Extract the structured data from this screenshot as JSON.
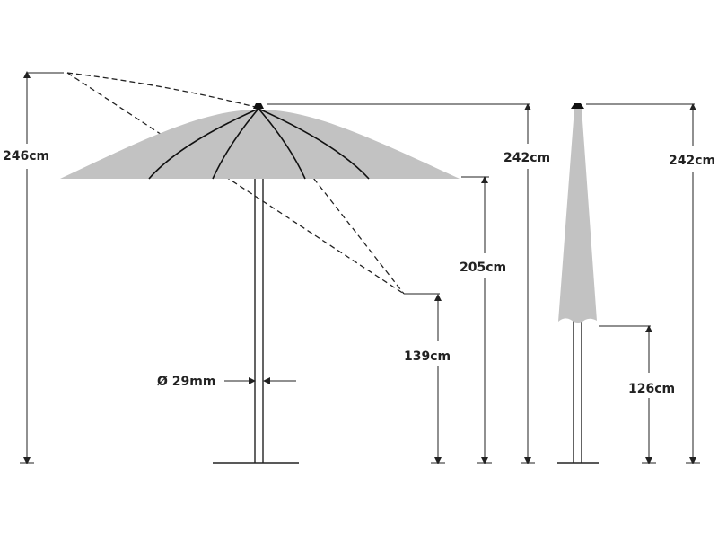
{
  "colors": {
    "canopy": "#c2c2c2",
    "line": "#222222",
    "background": "#ffffff"
  },
  "open_view": {
    "total_height_tilted": "246cm",
    "total_height": "242cm",
    "canopy_edge_height": "205cm",
    "tilted_edge_height": "139cm",
    "pole_diameter": "Ø 29mm"
  },
  "closed_view": {
    "total_height": "242cm",
    "canopy_bottom_height": "126cm"
  }
}
